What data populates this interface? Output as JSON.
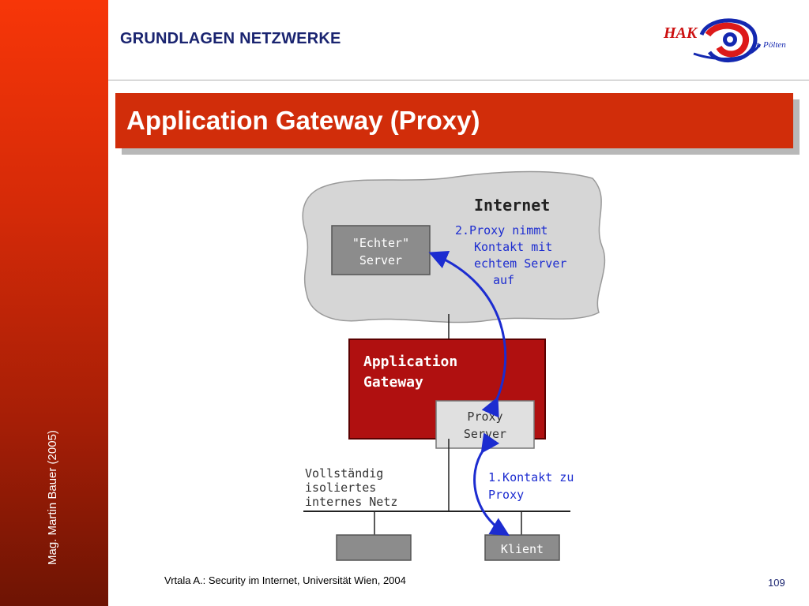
{
  "sidebar": {
    "author": "Mag. Martin Bauer (2005)"
  },
  "header": {
    "course": "GRUNDLAGEN NETZWERKE",
    "logo_text": "HAK",
    "logo_location": "St. Pölten"
  },
  "slide": {
    "title": "Application Gateway (Proxy)"
  },
  "diagram": {
    "internet_label": "Internet",
    "real_server": {
      "line1": "\"Echter\"",
      "line2": "Server"
    },
    "step2": {
      "line1": "2.Proxy nimmt",
      "line2": "Kontakt mit",
      "line3": "echtem Server",
      "line4": "auf"
    },
    "gateway": {
      "line1": "Application",
      "line2": "Gateway"
    },
    "proxy_server": {
      "line1": "Proxy",
      "line2": "Server"
    },
    "internal_net": {
      "line1": "Vollständig",
      "line2": "isoliertes",
      "line3": "internes Netz"
    },
    "step1": {
      "line1": "1.Kontakt zu",
      "line2": "Proxy"
    },
    "client": "Klient",
    "colors": {
      "cloud": "#d6d6d6",
      "gateway": "#b01010",
      "arrow": "#1c2cd0",
      "box": "#8c8c8c"
    }
  },
  "footer": {
    "citation": "Vrtala A.: Security im Internet, Universität Wien, 2004",
    "page_number": "109"
  }
}
